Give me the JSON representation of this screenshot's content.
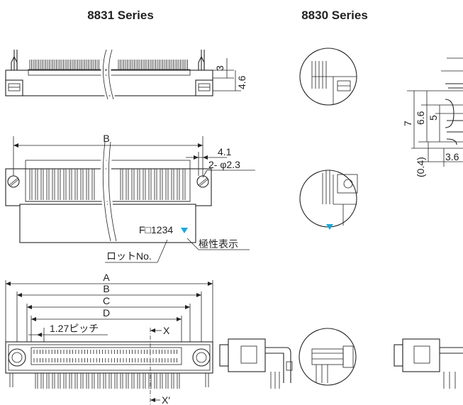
{
  "titles": {
    "left": "8831 Series",
    "right": "8830 Series"
  },
  "dims": {
    "top_3": "3",
    "top_4_6": "4.6",
    "B": "B",
    "d_4_1": "4.1",
    "hole": "2- φ2.3",
    "A": "A",
    "B2": "B",
    "C": "C",
    "D": "D",
    "pitch": "1.27ピッチ",
    "X": "X",
    "Xp": "X′",
    "r7": "7",
    "r6_6": "6.6",
    "r5": "5",
    "r0_4": "(0.4)",
    "r3_6": "3.6"
  },
  "labels": {
    "lot_code": "F□1234",
    "lot_no": "ロットNo.",
    "polarity": "極性表示"
  },
  "colors": {
    "marker": "#1aa7d9",
    "line": "#222222"
  }
}
